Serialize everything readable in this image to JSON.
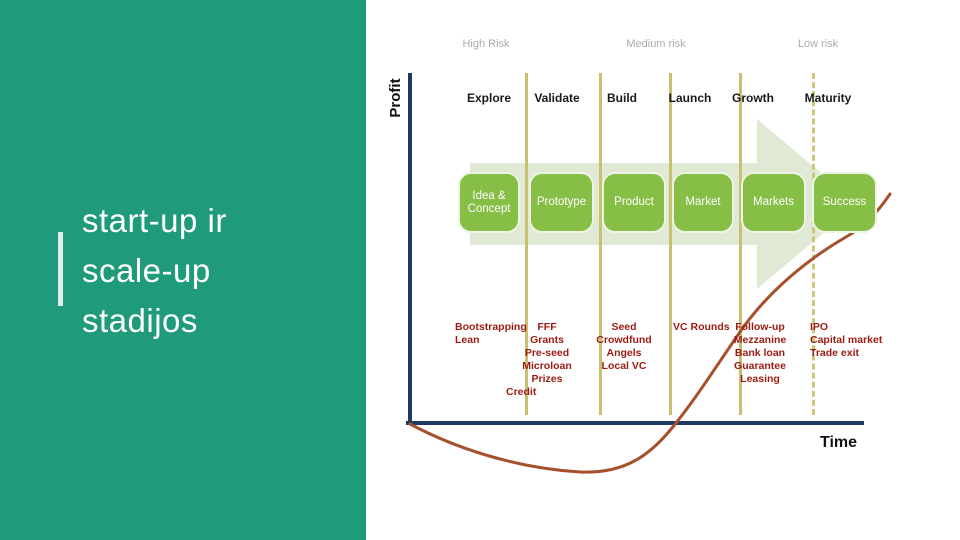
{
  "slide": {
    "title_lines": [
      "start-up ir",
      "scale-up",
      "stadijos"
    ]
  },
  "chart": {
    "y_axis_label": "Profit",
    "x_axis_label": "Time",
    "risk_labels": [
      {
        "label": "High Risk"
      },
      {
        "label": "Medium risk"
      },
      {
        "label": "Low risk"
      }
    ],
    "stages": [
      {
        "header": "Explore",
        "box": "Idea & Concept",
        "funding": [
          "Bootstrapping",
          "Lean"
        ]
      },
      {
        "header": "Validate",
        "box": "Prototype",
        "funding": [
          "FFF",
          "Grants",
          "Pre-seed",
          "Microloan",
          "Prizes"
        ]
      },
      {
        "header": "Build",
        "box": "Product",
        "funding": [
          "Seed",
          "Crowdfund",
          "Angels",
          "Local VC"
        ]
      },
      {
        "header": "Launch",
        "box": "Market",
        "funding": [
          "VC Rounds"
        ]
      },
      {
        "header": "Growth",
        "box": "Markets",
        "funding": [
          "Follow-up",
          "Mezzanine",
          "Bank loan",
          "Guarantee",
          "Leasing"
        ]
      },
      {
        "header": "Maturity",
        "box": "Success",
        "funding": [
          "IPO",
          "Capital market",
          "Trade exit"
        ]
      }
    ],
    "credit_label": "Credit"
  },
  "colors": {
    "panel_teal": "#1f9a7a",
    "axis_navy": "#1f3864",
    "divider_olive": "#c8c172",
    "stage_box_green": "#87be45",
    "arrow_pale_green": "#dfe9d3",
    "curve_brown": "#a5512e",
    "funding_red": "#9c1b10",
    "risk_gray": "#ababab"
  }
}
